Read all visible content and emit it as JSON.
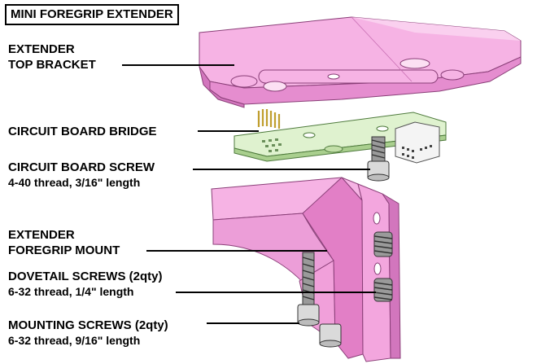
{
  "title": "MINI FOREGRIP EXTENDER",
  "labels": {
    "top_bracket_line1": "EXTENDER",
    "top_bracket_line2": "TOP BRACKET",
    "circuit_board_bridge": "CIRCUIT BOARD BRIDGE",
    "circuit_board_screw": "CIRCUIT BOARD SCREW",
    "circuit_board_screw_spec": "4-40 thread, 3/16\" length",
    "foregrip_mount_line1": "EXTENDER",
    "foregrip_mount_line2": "FOREGRIP MOUNT",
    "dovetail_screws": "DOVETAIL SCREWS (2qty)",
    "dovetail_screws_spec": "6-32 thread, 1/4\" length",
    "mounting_screws": "MOUNTING SCREWS (2qty)",
    "mounting_screws_spec": "6-32 thread, 9/16\" length"
  },
  "colors": {
    "part_pink": "#f3a6de",
    "part_pink_dark": "#d77cc0",
    "board_green": "#d6eec4",
    "screw_gray": "#c8c8c8"
  }
}
